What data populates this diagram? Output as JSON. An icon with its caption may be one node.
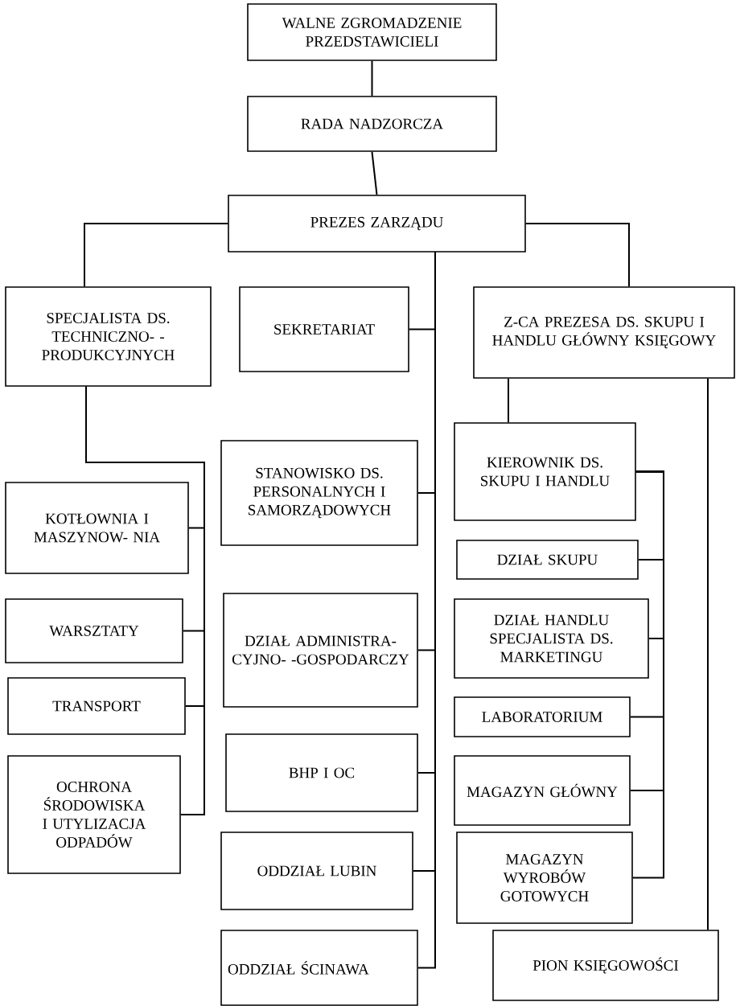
{
  "diagram": {
    "nodes": [
      {
        "text": [
          "WALNE ZGROMADZENIE PRZEDSTAWICIELI"
        ]
      },
      {
        "text": [
          "RADA NADZORCZA"
        ]
      },
      {
        "text": [
          "PREZES ZARZĄDU"
        ]
      },
      {
        "text": [
          "SPECJALISTA DS. TECHNICZNO- -PRODUKCYJNYCH"
        ]
      },
      {
        "text": [
          "SEKRETARIAT"
        ]
      },
      {
        "text": [
          "Z-CA PREZESA DS. SKUPU I HANDLU GŁÓWNY KSIĘGOWY"
        ]
      },
      {
        "text": [
          "KIEROWNIK DS. SKUPU I HANDLU"
        ]
      },
      {
        "text": [
          "STANOWISKO DS. PERSONALNYCH I SAMORZĄDOWYCH"
        ]
      },
      {
        "text": [
          "KOTŁOWNIA I MASZYNOW- NIA"
        ]
      },
      {
        "text": [
          "DZIAŁ SKUPU"
        ]
      },
      {
        "text": [
          "WARSZTATY"
        ]
      },
      {
        "text": [
          "DZIAŁ ADMINISTRA- CYJNO- -GOSPODARCZY"
        ]
      },
      {
        "text": [
          "DZIAŁ HANDLU SPECJALISTA DS. MARKETINGU"
        ]
      },
      {
        "text": [
          "TRANSPORT"
        ]
      },
      {
        "text": [
          "LABORATORIUM"
        ]
      },
      {
        "text": [
          "BHP I OC"
        ]
      },
      {
        "text": [
          "MAGAZYN GŁÓWNY"
        ]
      },
      {
        "text": [
          "OCHRONA ŚRODOWISKA I UTYLIZACJA ODPADÓW"
        ]
      },
      {
        "text": [
          "ODDZIAŁ LUBIN"
        ]
      },
      {
        "text": [
          "MAGAZYN WYROBÓW GOTOWYCH"
        ]
      },
      {
        "text": [
          "ODDZIAŁ ŚCINAWA"
        ]
      },
      {
        "text": [
          "PION KSIĘGOWOŚCI"
        ]
      }
    ],
    "edges": [
      {
        "from": 0,
        "to": 1,
        "arrow": "none"
      },
      {
        "from": 1,
        "to": 2,
        "arrow": "none"
      },
      {
        "from": 2,
        "to": 3,
        "arrow": "none"
      },
      {
        "from": 2,
        "to": 5,
        "arrow": "none"
      },
      {
        "from": 2,
        "to": 4,
        "arrow": "none"
      },
      {
        "from": 2,
        "to": 7,
        "arrow": "none"
      },
      {
        "from": 2,
        "to": 11,
        "arrow": "none"
      },
      {
        "from": 2,
        "to": 15,
        "arrow": "none"
      },
      {
        "from": 2,
        "to": 18,
        "arrow": "none"
      },
      {
        "from": 2,
        "to": 20,
        "arrow": "none"
      },
      {
        "from": 3,
        "to": 8,
        "arrow": "none"
      },
      {
        "from": 3,
        "to": 10,
        "arrow": "none"
      },
      {
        "from": 3,
        "to": 13,
        "arrow": "none"
      },
      {
        "from": 3,
        "to": 17,
        "arrow": "none"
      },
      {
        "from": 5,
        "to": 6,
        "arrow": "none"
      },
      {
        "from": 5,
        "to": 21,
        "arrow": "none"
      },
      {
        "from": 6,
        "to": 9,
        "arrow": "none"
      },
      {
        "from": 6,
        "to": 12,
        "arrow": "none"
      },
      {
        "from": 6,
        "to": 14,
        "arrow": "none"
      },
      {
        "from": 6,
        "to": 16,
        "arrow": "none"
      },
      {
        "from": 6,
        "to": 19,
        "arrow": "none"
      }
    ]
  }
}
